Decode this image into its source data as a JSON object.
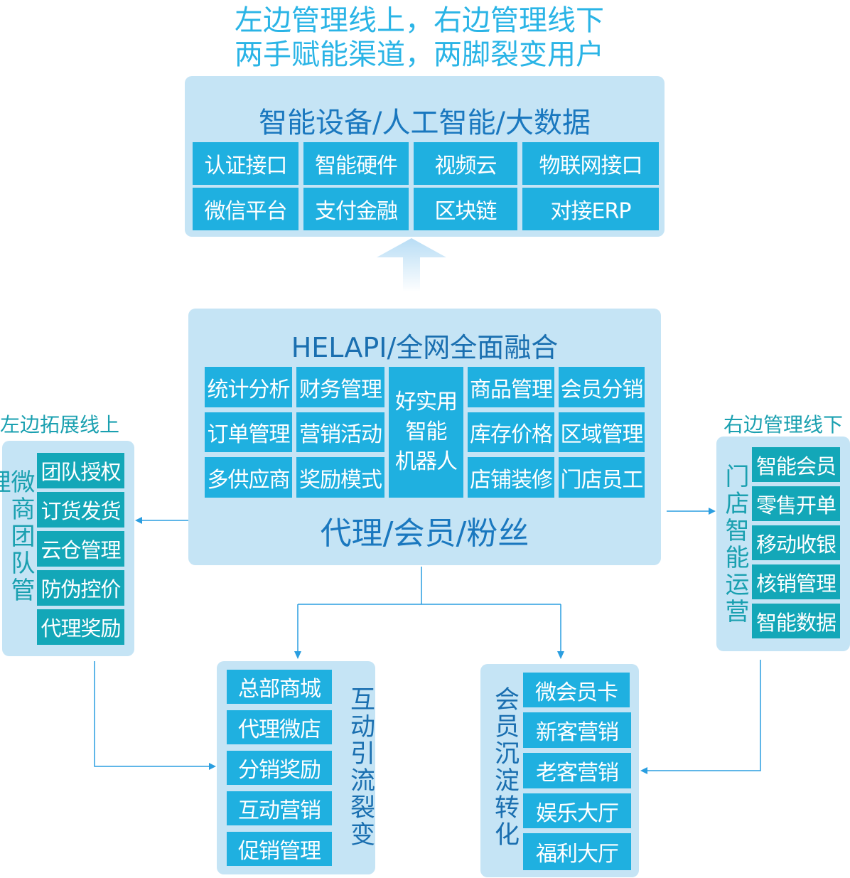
{
  "headline": {
    "line1": "左边管理线上，右边管理线下",
    "line2": "两手赋能渠道，两脚裂变用户"
  },
  "top_panel": {
    "title": "智能设备/人工智能/大数据",
    "items": [
      "认证接口",
      "智能硬件",
      "视频云",
      "物联网接口",
      "微信平台",
      "支付金融",
      "区块链",
      "对接ERP"
    ]
  },
  "center_panel": {
    "title": "HELAPI/全网全面融合",
    "left_items": [
      "统计分析",
      "财务管理",
      "订单管理",
      "营销活动",
      "多供应商",
      "奖励模式"
    ],
    "center_item": [
      "好实用",
      "智能",
      "机器人"
    ],
    "right_items": [
      "商品管理",
      "会员分销",
      "库存价格",
      "区域管理",
      "店铺装修",
      "门店员工"
    ],
    "footer": "代理/会员/粉丝"
  },
  "left_panel": {
    "heading": "左边拓展线上",
    "vertical_title": "微商团队管理",
    "items": [
      "团队授权",
      "订货发货",
      "云仓管理",
      "防伪控价",
      "代理奖励"
    ]
  },
  "right_panel": {
    "heading": "右边管理线下",
    "vertical_title": "门店智能运营",
    "items": [
      "智能会员",
      "零售开单",
      "移动收银",
      "核销管理",
      "智能数据"
    ]
  },
  "bottom_left_panel": {
    "vertical_title": "互动引流裂变",
    "items": [
      "总部商城",
      "代理微店",
      "分销奖励",
      "互动营销",
      "促销管理"
    ]
  },
  "bottom_right_panel": {
    "vertical_title": "会员沉淀转化",
    "items": [
      "微会员卡",
      "新客营销",
      "老客营销",
      "娱乐大厅",
      "福利大厅"
    ]
  },
  "colors": {
    "panel_bg": "#c5e4f5",
    "cell_blue": "#1fb0e0",
    "cell_teal": "#13a7b8",
    "connector": "#2a9ee0",
    "title_blue": "#1a78bf"
  }
}
